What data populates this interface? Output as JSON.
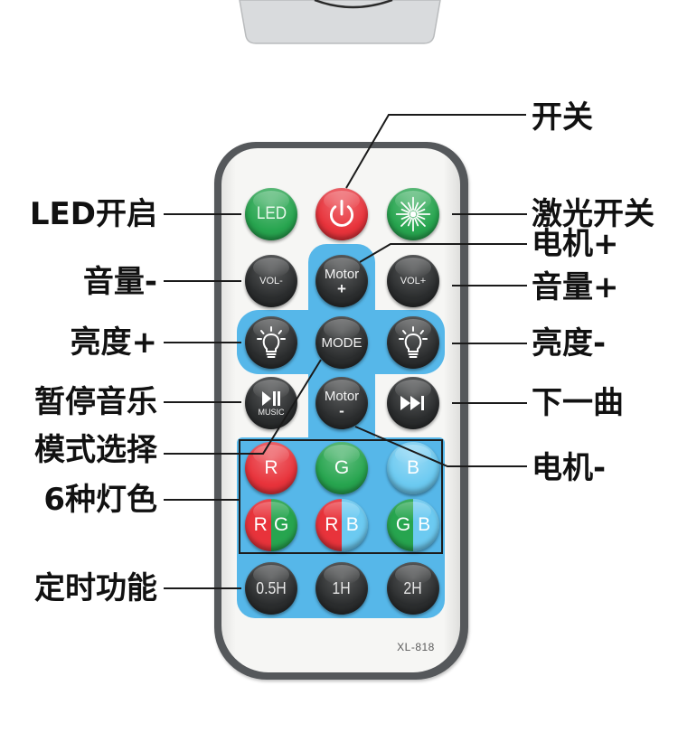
{
  "callouts": {
    "led_on": "LED开启",
    "volume_down": "音量-",
    "brightness_up": "亮度+",
    "pause_music": "暂停音乐",
    "mode_select": "模式选择",
    "six_colors": "6种灯色",
    "timer": "定时功能",
    "power": "开关",
    "laser_switch": "激光开关",
    "motor_up": "电机+",
    "volume_up": "音量+",
    "brightness_down": "亮度-",
    "next_track": "下一曲",
    "motor_down": "电机-"
  },
  "remote": {
    "model": "XL-818",
    "buttons": {
      "led": "LED",
      "vol_down": "VOL-",
      "motor_up": {
        "line1": "Motor",
        "line2": "+"
      },
      "vol_up": "VOL+",
      "mode": "MODE",
      "music": "MUSIC",
      "motor_down": {
        "line1": "Motor",
        "line2": "-"
      },
      "red": "R",
      "green": "G",
      "blue": "B",
      "red_green": {
        "left": "R",
        "right": "G"
      },
      "red_blue": {
        "left": "R",
        "right": "B"
      },
      "green_blue": {
        "left": "G",
        "right": "B"
      },
      "timer_half_hour": "0.5H",
      "timer_one_hour": "1H",
      "timer_two_hours": "2H"
    }
  },
  "icons": {
    "power": "power-icon",
    "laser": "laser-starburst-icon",
    "brightness_up": "lightbulb-icon",
    "brightness_down": "lightbulb-icon",
    "play_pause": "play-pause-icon",
    "next_track": "next-track-icon"
  },
  "colors": {
    "remote_body": "#f6f6f4",
    "remote_edge": "#55585b",
    "panel_blue": "#56b7e9",
    "button_dark": "#2b2d2e",
    "button_green": "#27a54f",
    "button_red": "#e8333b",
    "button_light_blue": "#6ccaf1",
    "label_text": "#111111"
  }
}
